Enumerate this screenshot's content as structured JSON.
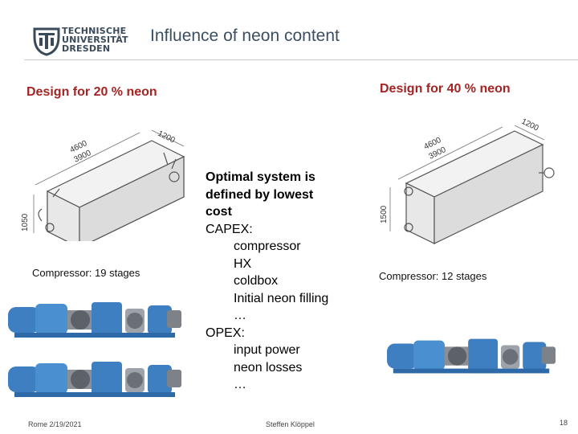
{
  "header": {
    "logo_lines": [
      "TECHNISCHE",
      "UNIVERSITÄT",
      "DRESDEN"
    ],
    "title": "Influence of neon content"
  },
  "left": {
    "heading": "Design for 20 % neon",
    "dims": {
      "length": "4600",
      "length2": "3900",
      "width": "1200",
      "height": "1050"
    },
    "caption": "Compressor: 19 stages"
  },
  "right": {
    "heading": "Design for 40 % neon",
    "dims": {
      "length": "4600",
      "length2": "3900",
      "width": "1200",
      "height": "1500"
    },
    "caption": "Compressor: 12 stages"
  },
  "center": {
    "bold_lines": [
      "Optimal system is",
      "defined by lowest",
      "cost"
    ],
    "capex_label": "CAPEX:",
    "capex_items": [
      "compressor",
      "HX",
      "coldbox",
      "Initial neon filling",
      "…"
    ],
    "opex_label": "OPEX:",
    "opex_items": [
      "input power",
      "neon losses",
      "…"
    ]
  },
  "footer": {
    "date": "Rome 2/19/2021",
    "author": "Steffen Klöppel",
    "page": "18"
  },
  "colors": {
    "heading_red": "#a42424",
    "title_blue": "#3c4f62",
    "compressor_blue": "#3d7fc1"
  }
}
